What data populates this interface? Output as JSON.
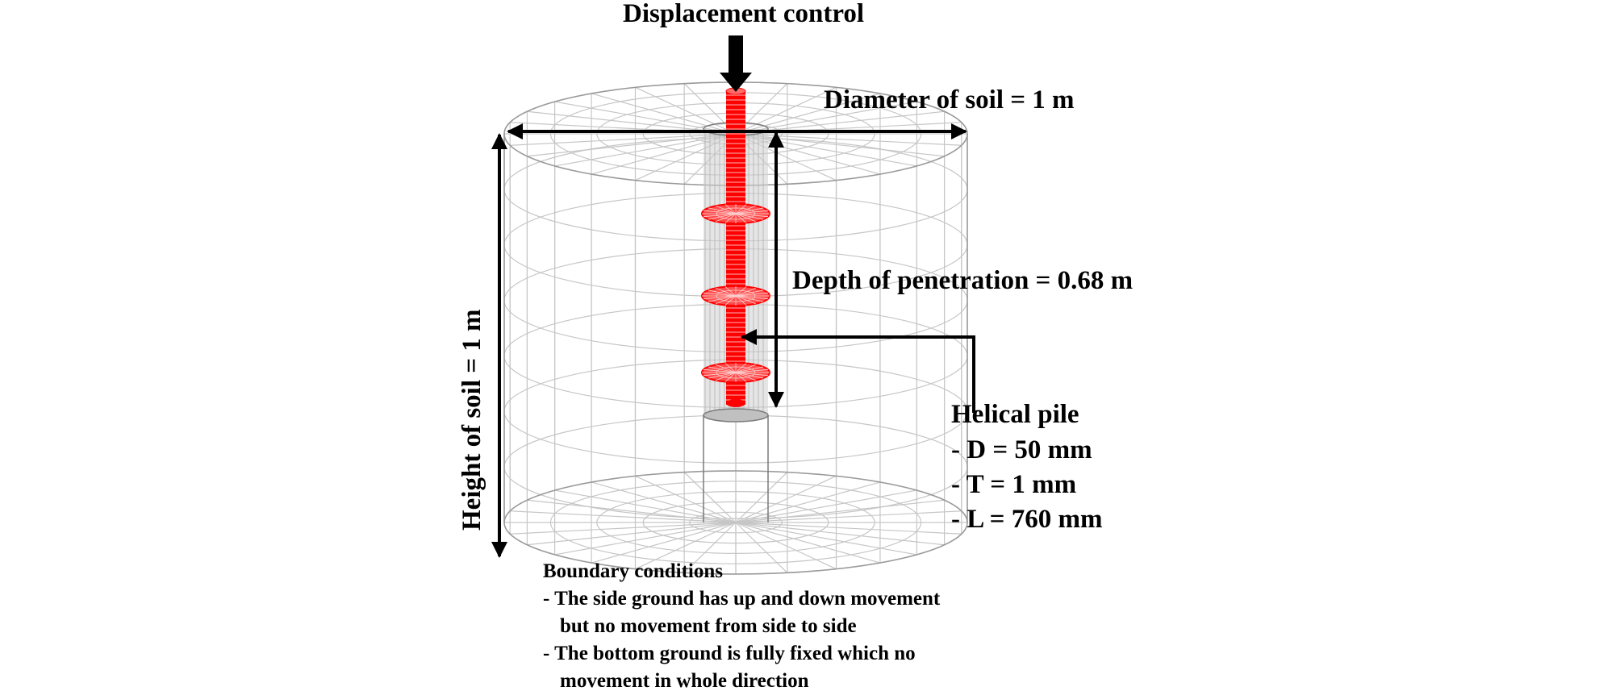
{
  "labels": {
    "load": "Displacement control",
    "diameter": "Diameter of soil = 1 m",
    "depth": "Depth of penetration = 0.68 m",
    "height": "Height of soil = 1 m",
    "pile_title": "Helical pile",
    "pile_d": "- D = 50 mm",
    "pile_t": "- T = 1 mm",
    "pile_l": "- L = 760 mm",
    "bc_title": "Boundary conditions",
    "bc_1a": "- The side ground has up and down movement",
    "bc_1b": "but no movement from side to side",
    "bc_2a": "- The bottom ground is fully fixed which no",
    "bc_2b": "movement in whole direction"
  },
  "colors": {
    "mesh": "#c6c6c6",
    "pile": "#ff0000",
    "annotation": "#000000"
  }
}
